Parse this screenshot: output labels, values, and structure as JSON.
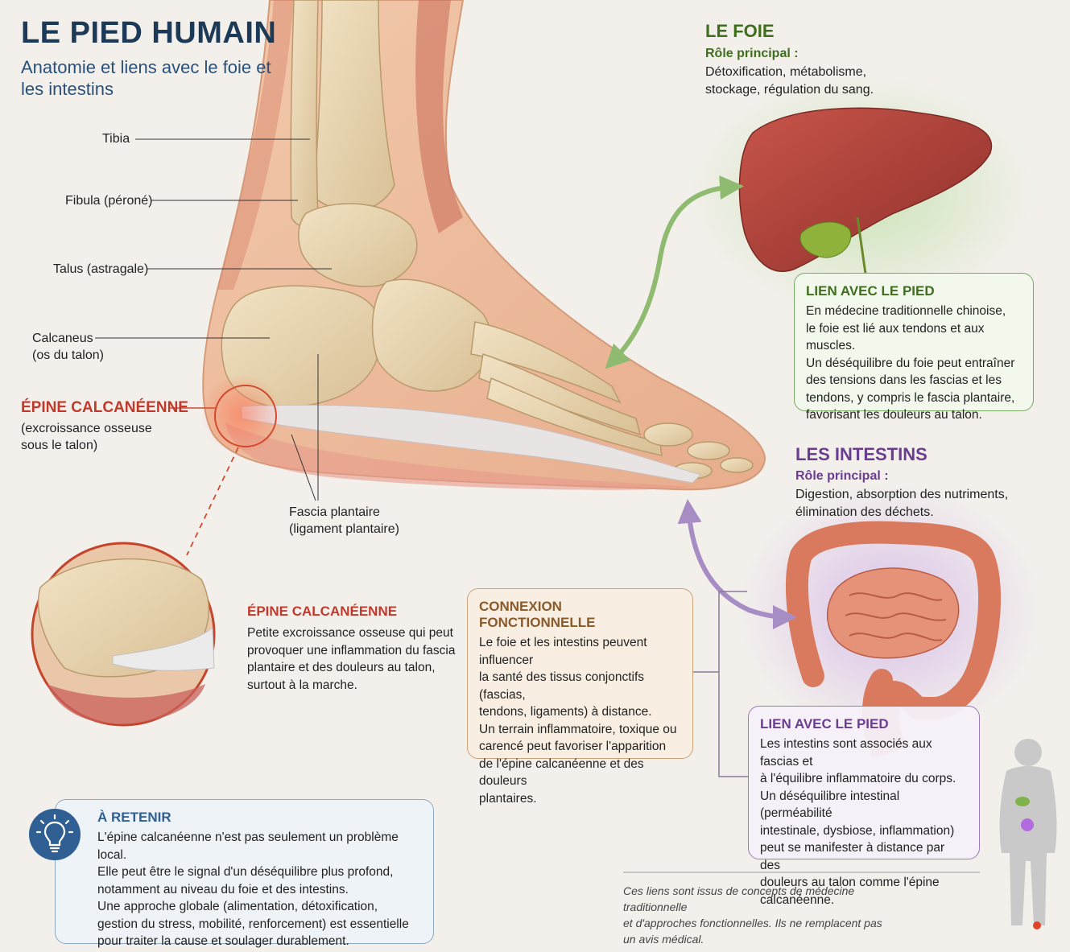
{
  "header": {
    "title": "LE PIED HUMAIN",
    "subtitle": "Anatomie et liens avec le foie et les intestins"
  },
  "foot_labels": {
    "tibia": "Tibia",
    "fibula": "Fibula (péroné)",
    "talus": "Talus (astragale)",
    "calcaneus_line1": "Calcaneus",
    "calcaneus_line2": "(os du talon)",
    "spur_title": "ÉPINE CALCANÉENNE",
    "spur_line1": "(excroissance osseuse",
    "spur_line2": "sous le talon)",
    "fascia_line1": "Fascia plantaire",
    "fascia_line2": "(ligament plantaire)"
  },
  "liver": {
    "title": "LE FOIE",
    "role_label": "Rôle principal :",
    "role_line1": "Détoxification, métabolisme,",
    "role_line2": "stockage, régulation du sang.",
    "link_title": "LIEN AVEC LE PIED",
    "link_lines": [
      "En médecine traditionnelle chinoise,",
      "le foie est lié aux tendons et aux muscles.",
      "Un déséquilibre du foie peut entraîner",
      "des tensions dans les fascias et les",
      "tendons, y compris le fascia plantaire,",
      "favorisant les douleurs au talon."
    ]
  },
  "intestines": {
    "title": "LES INTESTINS",
    "role_label": "Rôle principal :",
    "role_line1": "Digestion, absorption des nutriments,",
    "role_line2": "élimination des déchets.",
    "link_title": "LIEN AVEC LE PIED",
    "link_lines": [
      "Les intestins sont associés aux fascias et",
      "à l'équilibre inflammatoire du corps.",
      "Un déséquilibre intestinal (perméabilité",
      "intestinale, dysbiose, inflammation)",
      "peut se manifester à distance par des",
      "douleurs au talon comme l'épine",
      "calcanéenne."
    ]
  },
  "spur_detail": {
    "title": "ÉPINE CALCANÉENNE",
    "lines": [
      "Petite excroissance osseuse qui peut",
      "provoquer une inflammation du fascia",
      "plantaire et des douleurs au talon,",
      "surtout à la marche."
    ]
  },
  "connection": {
    "title": "CONNEXION FONCTIONNELLE",
    "lines": [
      "Le foie et les intestins peuvent influencer",
      "la santé des tissus conjonctifs (fascias,",
      "tendons, ligaments) à distance.",
      "Un terrain inflammatoire, toxique ou",
      "carencé peut favoriser l'apparition",
      "de l'épine calcanéenne et des douleurs",
      "plantaires."
    ]
  },
  "retain": {
    "title": "À RETENIR",
    "lines": [
      "L'épine calcanéenne n'est pas seulement un problème local.",
      "Elle peut être le signal d'un déséquilibre plus profond,",
      "notamment au niveau du foie et des intestins.",
      "Une approche globale (alimentation, détoxification,",
      "gestion du stress, mobilité, renforcement) est essentielle",
      "pour traiter la cause et soulager durablement."
    ]
  },
  "disclaimer": {
    "lines": [
      "Ces liens sont issus de concepts de médecine traditionnelle",
      "et d'approches fonctionnelles. Ils ne remplacent pas",
      "un avis médical."
    ]
  },
  "colors": {
    "title_blue": "#1c3a57",
    "liver_green": "#3f6e1e",
    "intestine_purple": "#6a3d8f",
    "spur_red": "#c0392b",
    "connection_brown": "#8a5a2b",
    "retain_blue": "#2f5f93"
  }
}
